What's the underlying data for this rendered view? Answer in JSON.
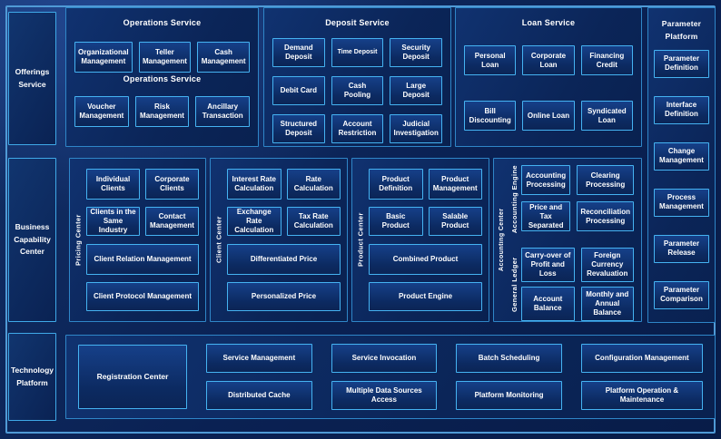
{
  "colors": {
    "background": "#0a2153",
    "frame_border": "#4f9ad6",
    "panel_border": "#2f86c8",
    "box_border": "#45b3f2",
    "box_fill": "#0c2a61",
    "text": "#ffffff"
  },
  "left_rail": {
    "items": [
      {
        "label": "Offerings Service"
      },
      {
        "label": "Business Capability Center"
      },
      {
        "label": "Technology Platform"
      }
    ]
  },
  "top_panels": [
    {
      "title": "Operations Service",
      "subtitle": "Operations Service",
      "rows": [
        [
          "Organizational Management",
          "Teller Management",
          "Cash Management"
        ],
        [
          "Voucher Management",
          "Risk Management",
          "Ancillary Transaction"
        ]
      ]
    },
    {
      "title": "Deposit Service",
      "rows": [
        [
          "Demand Deposit",
          "Time Deposit",
          "Security Deposit"
        ],
        [
          "Debit Card",
          "Cash Pooling",
          "Large Deposit"
        ],
        [
          "Structured Deposit",
          "Account Restriction",
          "Judicial Investigation"
        ]
      ]
    },
    {
      "title": "Loan Service",
      "rows": [
        [
          "Personal Loan",
          "Corporate Loan",
          "Financing Credit"
        ],
        [
          "Bill Discounting",
          "Online Loan",
          "Syndicated Loan"
        ]
      ]
    }
  ],
  "parameter_platform": {
    "title": "Parameter Platform",
    "items": [
      "Parameter Definition",
      "Interface Definition",
      "Change Management",
      "Process Management",
      "Parameter Release",
      "Parameter Comparison"
    ]
  },
  "capability_panels": [
    {
      "side_label": "Pricing Center",
      "rows": [
        [
          "Individual Clients",
          "Corporate Clients"
        ],
        [
          "Clients in the Same Industry",
          "Contact Management"
        ]
      ],
      "wide": [
        "Client Relation Management",
        "Client Protocol Management"
      ]
    },
    {
      "side_label": "Client Center",
      "rows": [
        [
          "Interest Rate Calculation",
          "Rate Calculation"
        ],
        [
          "Exchange Rate Calculation",
          "Tax Rate Calculation"
        ]
      ],
      "wide": [
        "Differentiated Price",
        "Personalized Price"
      ]
    },
    {
      "side_label": "Product Center",
      "rows": [
        [
          "Product Definition",
          "Product Management"
        ],
        [
          "Basic Product",
          "Salable Product"
        ]
      ],
      "wide": [
        "Combined Product",
        "Product Engine"
      ]
    }
  ],
  "accounting_panel": {
    "side_label": "Accounting Center",
    "groups": [
      {
        "label": "Accounting Engine",
        "rows": [
          [
            "Accounting Processing",
            "Clearing Processing"
          ],
          [
            "Price and Tax Separated",
            "Reconciliation Processing"
          ]
        ]
      },
      {
        "label": "General Ledger",
        "rows": [
          [
            "Carry-over of Profit and Loss",
            "Foreign Currency Revaluation"
          ],
          [
            "Account Balance",
            "Monthly and Annual Balance"
          ]
        ]
      }
    ]
  },
  "technology_panel": {
    "registration": "Registration Center",
    "columns": [
      [
        "Service Management",
        "Distributed Cache"
      ],
      [
        "Service Invocation",
        "Multiple Data Sources Access"
      ],
      [
        "Batch Scheduling",
        "Platform Monitoring"
      ],
      [
        "Configuration Management",
        "Platform Operation & Maintenance"
      ]
    ]
  }
}
